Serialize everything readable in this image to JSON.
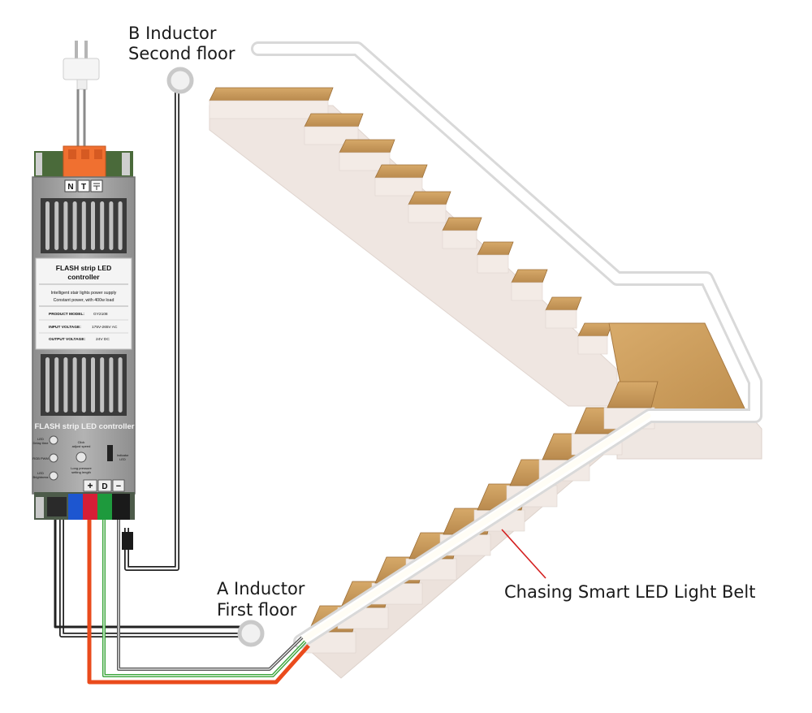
{
  "labels": {
    "b_inductor_line1": "B Inductor",
    "b_inductor_line2": "Second floor",
    "a_inductor_line1": "A Inductor",
    "a_inductor_line2": "First floor",
    "led_belt": "Chasing Smart LED Light Belt"
  },
  "controller": {
    "brand_n": "N",
    "brand_t": "T",
    "panel_title_line1": "FLASH strip LED",
    "panel_title_line2": "controller",
    "desc_line1": "Intelligent stair lights power supply",
    "desc_line2": "Constant power, with 400w load",
    "product_model_label": "PRODUCT MODEL:",
    "product_model_value": "GY2108",
    "input_voltage_label": "INPUT VOLTAGE:",
    "input_voltage_value": "175V-265V AC",
    "output_voltage_label": "OUTPUT VOLTAGE:",
    "output_voltage_value": "24V DC",
    "footer_title": "FLASH strip LED controller",
    "knob1_label_line1": "LED",
    "knob1_label_line2": "Delay time",
    "knob2_label": "RGB PWM",
    "knob3_label_line1": "LED",
    "knob3_label_line2": "Brightness",
    "button_label_line1": "Click",
    "button_label_line2": "adjust speed",
    "button_label_line3": "Long pressure",
    "button_label_line4": "setting length",
    "indicator_label_line1": "Indicator",
    "indicator_label_line2": "LED",
    "terminal_plus": "+",
    "terminal_d": "D",
    "terminal_minus": "−"
  },
  "colors": {
    "wire_red": "#ea4b1c",
    "wire_green": "#3aa53a",
    "wire_dark": "#555555",
    "wire_black": "#1a1a1a",
    "connector_blue": "#1d56d0",
    "connector_red": "#d61e36",
    "connector_green": "#1e9a3d",
    "connector_orange": "#f07030",
    "wood": "#c89a5c",
    "riser": "#f1e8e3",
    "controller_grey": "#a6a6a6"
  }
}
